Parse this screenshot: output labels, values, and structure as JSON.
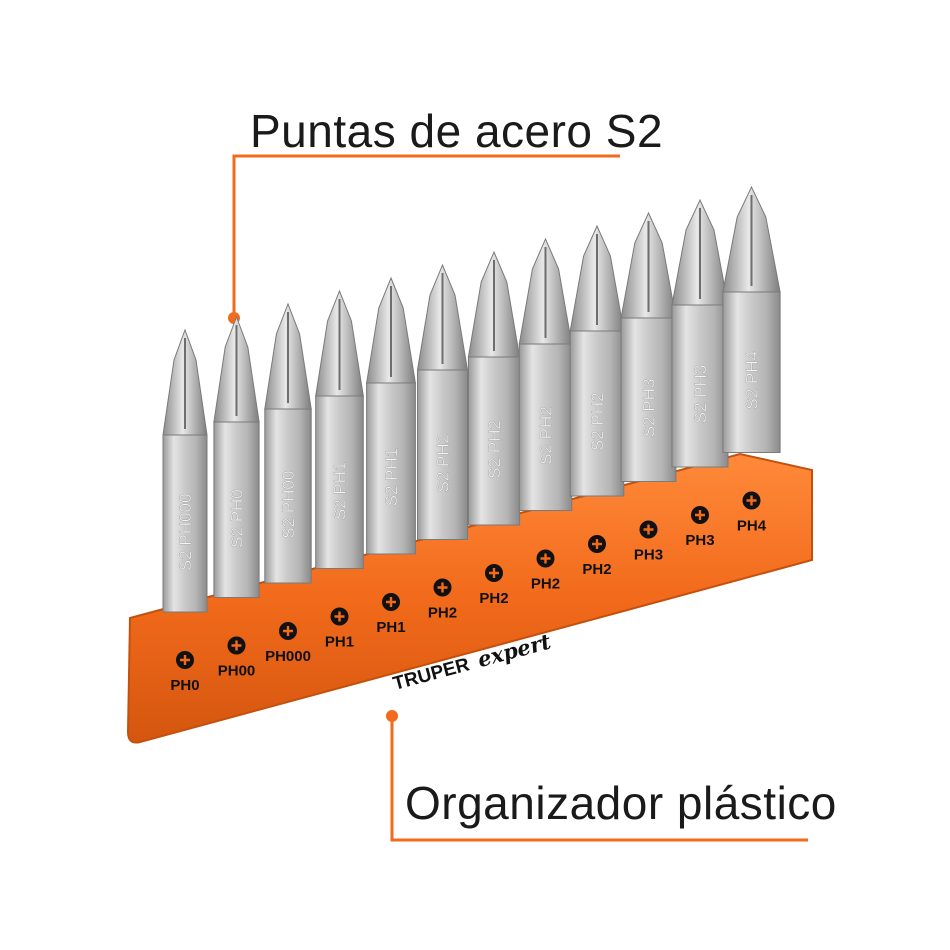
{
  "callouts": {
    "top": "Puntas de acero S2",
    "bottom": "Organizador plástico"
  },
  "colors": {
    "orange": "#f26a1b",
    "leader_line": "#f26a1b",
    "steel_light": "#dcdcdc",
    "steel_dark": "#8e8e8e"
  },
  "brand": {
    "name": "TRUPER",
    "line": "expert"
  },
  "bits": [
    {
      "holder_label": "PH0",
      "engraving": "S2 PH000"
    },
    {
      "holder_label": "PH00",
      "engraving": "S2 PH0"
    },
    {
      "holder_label": "PH000",
      "engraving": "S2 PH00"
    },
    {
      "holder_label": "PH1",
      "engraving": "S2 PH1"
    },
    {
      "holder_label": "PH1",
      "engraving": "S2 PH1"
    },
    {
      "holder_label": "PH2",
      "engraving": "S2 PH2"
    },
    {
      "holder_label": "PH2",
      "engraving": "S2 PH2"
    },
    {
      "holder_label": "PH2",
      "engraving": "S2 PH2"
    },
    {
      "holder_label": "PH2",
      "engraving": "S2 PH2"
    },
    {
      "holder_label": "PH3",
      "engraving": "S2 PH3"
    },
    {
      "holder_label": "PH3",
      "engraving": "S2 PH3"
    },
    {
      "holder_label": "PH4",
      "engraving": "S2 PH4"
    }
  ]
}
